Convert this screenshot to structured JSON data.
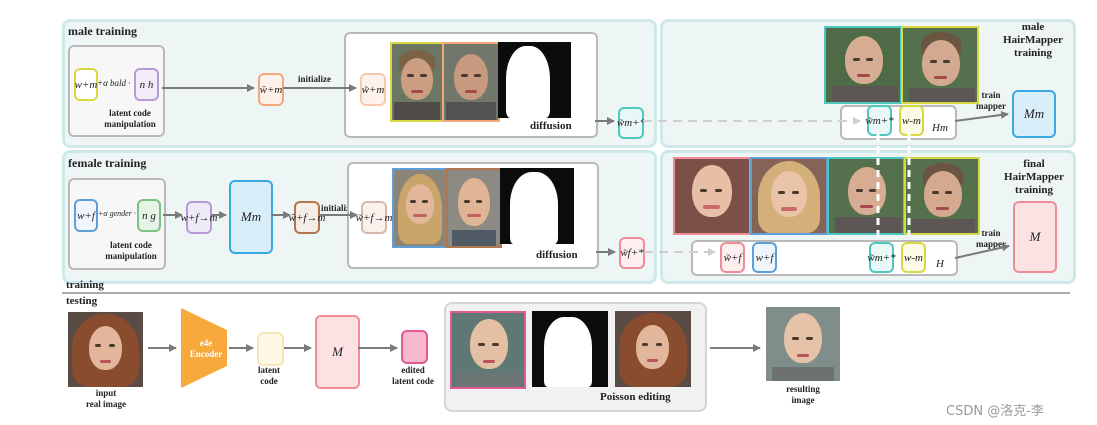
{
  "sections": {
    "male_training": "male training",
    "female_training": "female training",
    "male_hairmapper_training": "male\nHairMapper\ntraining",
    "final_hairmapper_training": "final\nHairMapper\ntraining",
    "training": "training",
    "testing": "testing"
  },
  "labels": {
    "latent_code_manipulation": "latent code\nmanipulation",
    "initialize": "initialize",
    "diffusion": "diffusion",
    "train_mapper": "train\nmapper",
    "input_real_image": "input\nreal image",
    "latent_code": "latent\ncode",
    "edited_latent_code": "edited\nlatent code",
    "poisson_editing": "Poisson editing",
    "resulting_image": "resulting\nimage",
    "encoder": "e4e\nEncoder",
    "watermark": "CSDN @洛克-李"
  },
  "codes": {
    "wm_plus": "w+m",
    "alpha_bald": "+α bald ·",
    "nh": "n h",
    "wm_hat": "ŵ+m",
    "wm_tilde": "w̃+m",
    "wm_diff": "w̃m+*",
    "wm_minus": "w-m",
    "Hm": "Hm",
    "Mm": "Mm",
    "wf_plus": "w+f",
    "alpha_gender": "+α gender ·",
    "ng": "n g",
    "wfm_plus": "w+f→m",
    "wfm_hat": "ŵ+f→m",
    "wfm_tilde": "w̃+f→m",
    "wf_diff": "w̃f+*",
    "wf_tilde": "w̃+f",
    "wf_plain": "w+f",
    "H": "H",
    "M": "M",
    "M_test": "M"
  },
  "colors": {
    "cyan": "#4fc6c0",
    "yellow": "#d8d845",
    "orange": "#f4a77a",
    "purple": "#b59ad6",
    "blue": "#5e9fd8",
    "green": "#7ac383",
    "pink": "#f08c96",
    "brown": "#b0764e",
    "lightblue": "#3aa9df",
    "magenta": "#e05a94",
    "encoder": "#f7a93b"
  }
}
